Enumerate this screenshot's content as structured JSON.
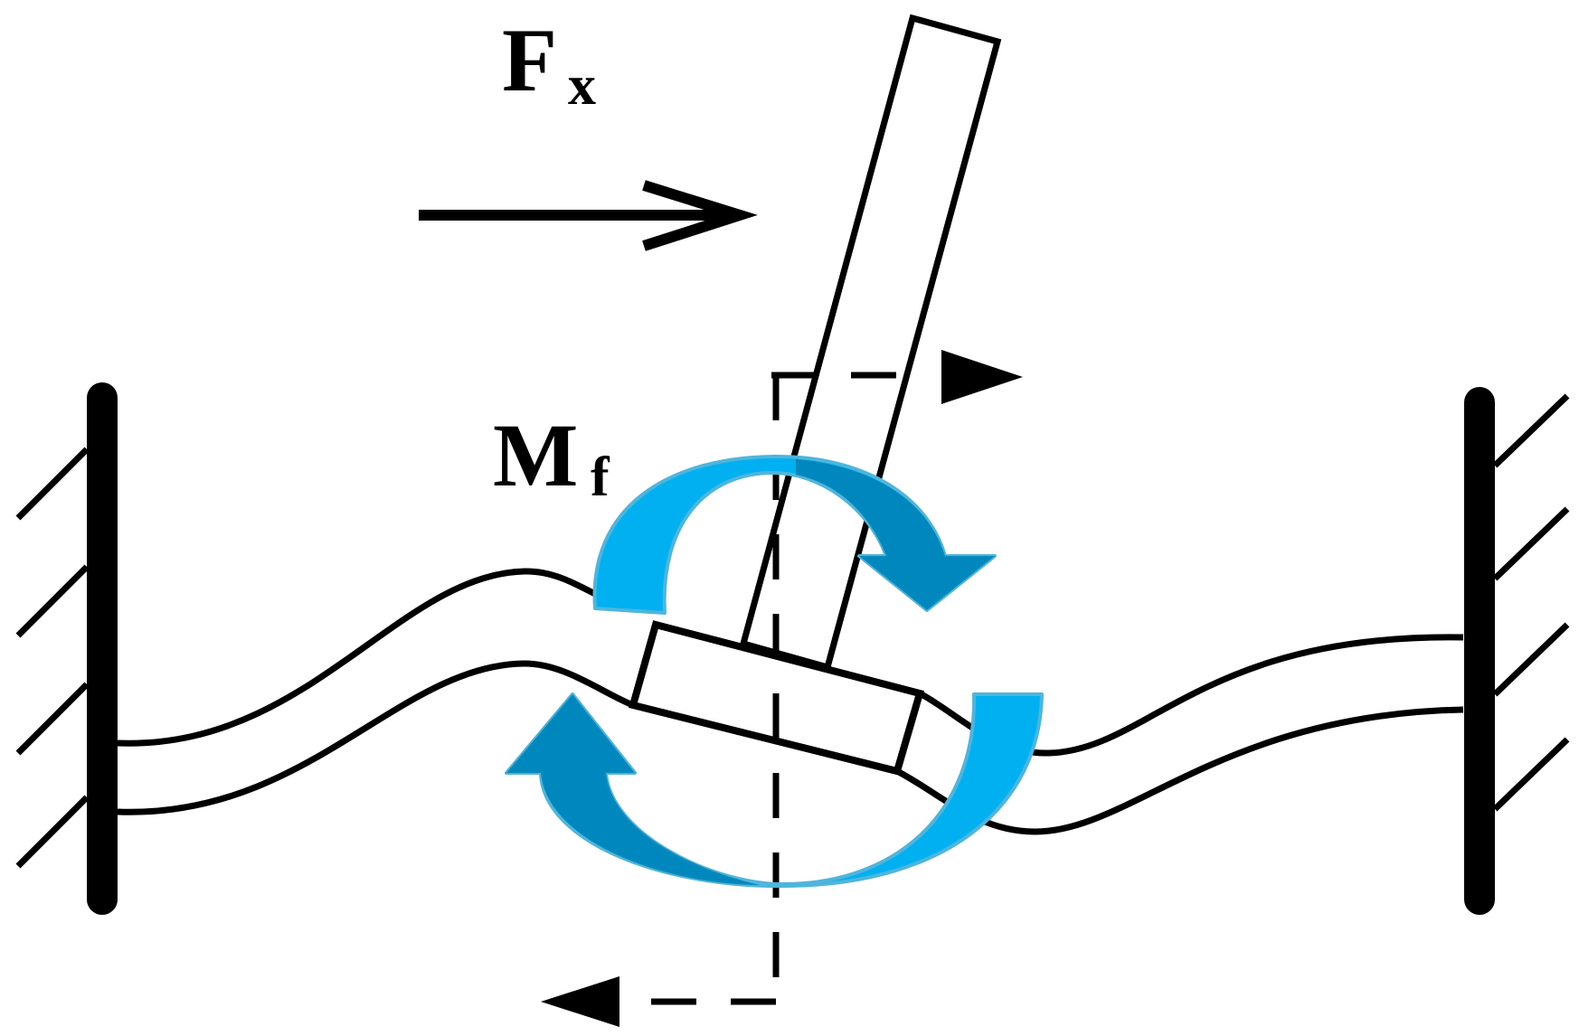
{
  "labels": {
    "force_main": "F",
    "force_sub": "x",
    "moment_main": "M",
    "moment_sub": "f"
  },
  "colors": {
    "stroke": "#000000",
    "arrow_light": "#00b0f0",
    "arrow_dark": "#0080b4",
    "arrow_outline": "#4fb5dc",
    "background": "#ffffff"
  },
  "icons": {
    "force_arrow": "right-arrow-icon",
    "moment_arrow": "curved-moment-arrow-icon",
    "dashed_arrows": "dashed-arrow-icon",
    "supports": "fixed-wall-support-icon"
  }
}
